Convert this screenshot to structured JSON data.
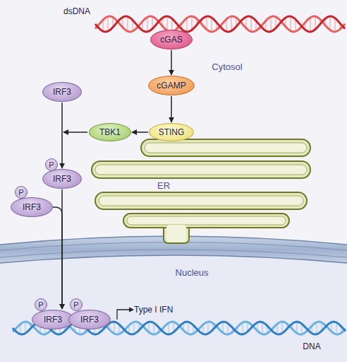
{
  "diagram": {
    "nodes": [
      {
        "text": [
          "cGAS"
        ]
      },
      {
        "text": [
          "cGAMP"
        ]
      },
      {
        "text": [
          "STING"
        ]
      },
      {
        "text": [
          "TBK1"
        ]
      },
      {
        "text": [
          "IRF3"
        ]
      },
      {
        "text": [
          "P"
        ]
      },
      {
        "text": [
          "IRF3"
        ]
      },
      {
        "text": [
          "P"
        ]
      },
      {
        "text": [
          "IRF3"
        ]
      },
      {
        "text": [
          "P"
        ]
      },
      {
        "text": [
          "P"
        ]
      },
      {
        "text": [
          "IRF3"
        ]
      },
      {
        "text": [
          "IRF3"
        ]
      }
    ],
    "edges": [
      {
        "from": 0,
        "to": 1,
        "arrow": "to"
      },
      {
        "from": 1,
        "to": 2,
        "arrow": "to"
      },
      {
        "from": 2,
        "to": 3,
        "arrow": "to"
      },
      {
        "from": 4,
        "to": 6,
        "arrow": "to"
      },
      {
        "from": 6,
        "to": 11,
        "arrow": "to"
      },
      {
        "from": 8,
        "to": 11,
        "arrow": "to"
      }
    ],
    "labels": [
      "dsDNA",
      "Cytosol",
      "ER",
      "Nucleus",
      "Type I IFN",
      "DNA"
    ]
  }
}
